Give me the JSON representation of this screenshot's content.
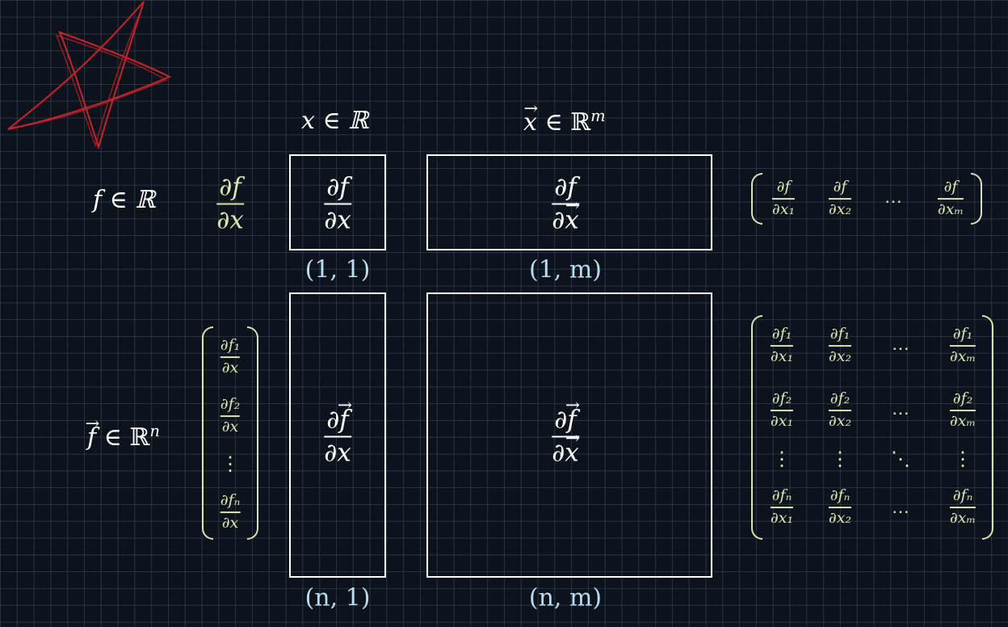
{
  "header": {
    "scalar_x": "x ∈ ℝ",
    "vector_x_sym": "x",
    "vector_x_rest": " ∈ ℝ",
    "vector_x_exp": "m"
  },
  "rows": {
    "scalar_f": "f ∈ ℝ",
    "vector_f_sym": "f",
    "vector_f_rest": " ∈ ℝ",
    "vector_f_exp": "n"
  },
  "boxes": {
    "b11": {
      "num": "∂f",
      "den": "∂x",
      "dim": "(1, 1)"
    },
    "b1m": {
      "num": "∂f",
      "den_prefix": "∂",
      "den_vec": "x",
      "dim": "(1, m)"
    },
    "bn1": {
      "num_prefix": "∂",
      "num_vec": "f",
      "den": "∂x",
      "dim": "(n, 1)"
    },
    "bnm": {
      "num_prefix": "∂",
      "num_vec": "f",
      "den_prefix": "∂",
      "den_vec": "x",
      "dim": "(n, m)"
    }
  },
  "side_frac": {
    "num": "∂f",
    "den": "∂x"
  },
  "column_vector": {
    "entries": [
      {
        "num": "∂f₁",
        "den": "∂x"
      },
      {
        "num": "∂f₂",
        "den": "∂x"
      },
      {
        "num": "∂fₙ",
        "den": "∂x"
      }
    ],
    "vdots": "⋮"
  },
  "row_vector": {
    "entries": [
      {
        "num": "∂f",
        "den": "∂x₁"
      },
      {
        "num": "∂f",
        "den": "∂x₂"
      },
      {
        "num": "∂f",
        "den": "∂xₘ"
      }
    ],
    "hdots": "⋯"
  },
  "jacobian": {
    "rows": [
      [
        {
          "num": "∂f₁",
          "den": "∂x₁"
        },
        {
          "num": "∂f₁",
          "den": "∂x₂"
        },
        {
          "num": "∂f₁",
          "den": "∂xₘ"
        }
      ],
      [
        {
          "num": "∂f₂",
          "den": "∂x₁"
        },
        {
          "num": "∂f₂",
          "den": "∂x₂"
        },
        {
          "num": "∂f₂",
          "den": "∂xₘ"
        }
      ],
      [
        {
          "num": "∂fₙ",
          "den": "∂x₁"
        },
        {
          "num": "∂fₙ",
          "den": "∂x₂"
        },
        {
          "num": "∂fₙ",
          "den": "∂xₘ"
        }
      ]
    ],
    "hdots": "⋯",
    "vdots": "⋮",
    "ddots": "⋱"
  },
  "colors": {
    "white": "#ffffff",
    "green": "#d9e2b1",
    "blue": "#b8dcf1",
    "star": "#c8232c",
    "background": "#0d131c"
  }
}
